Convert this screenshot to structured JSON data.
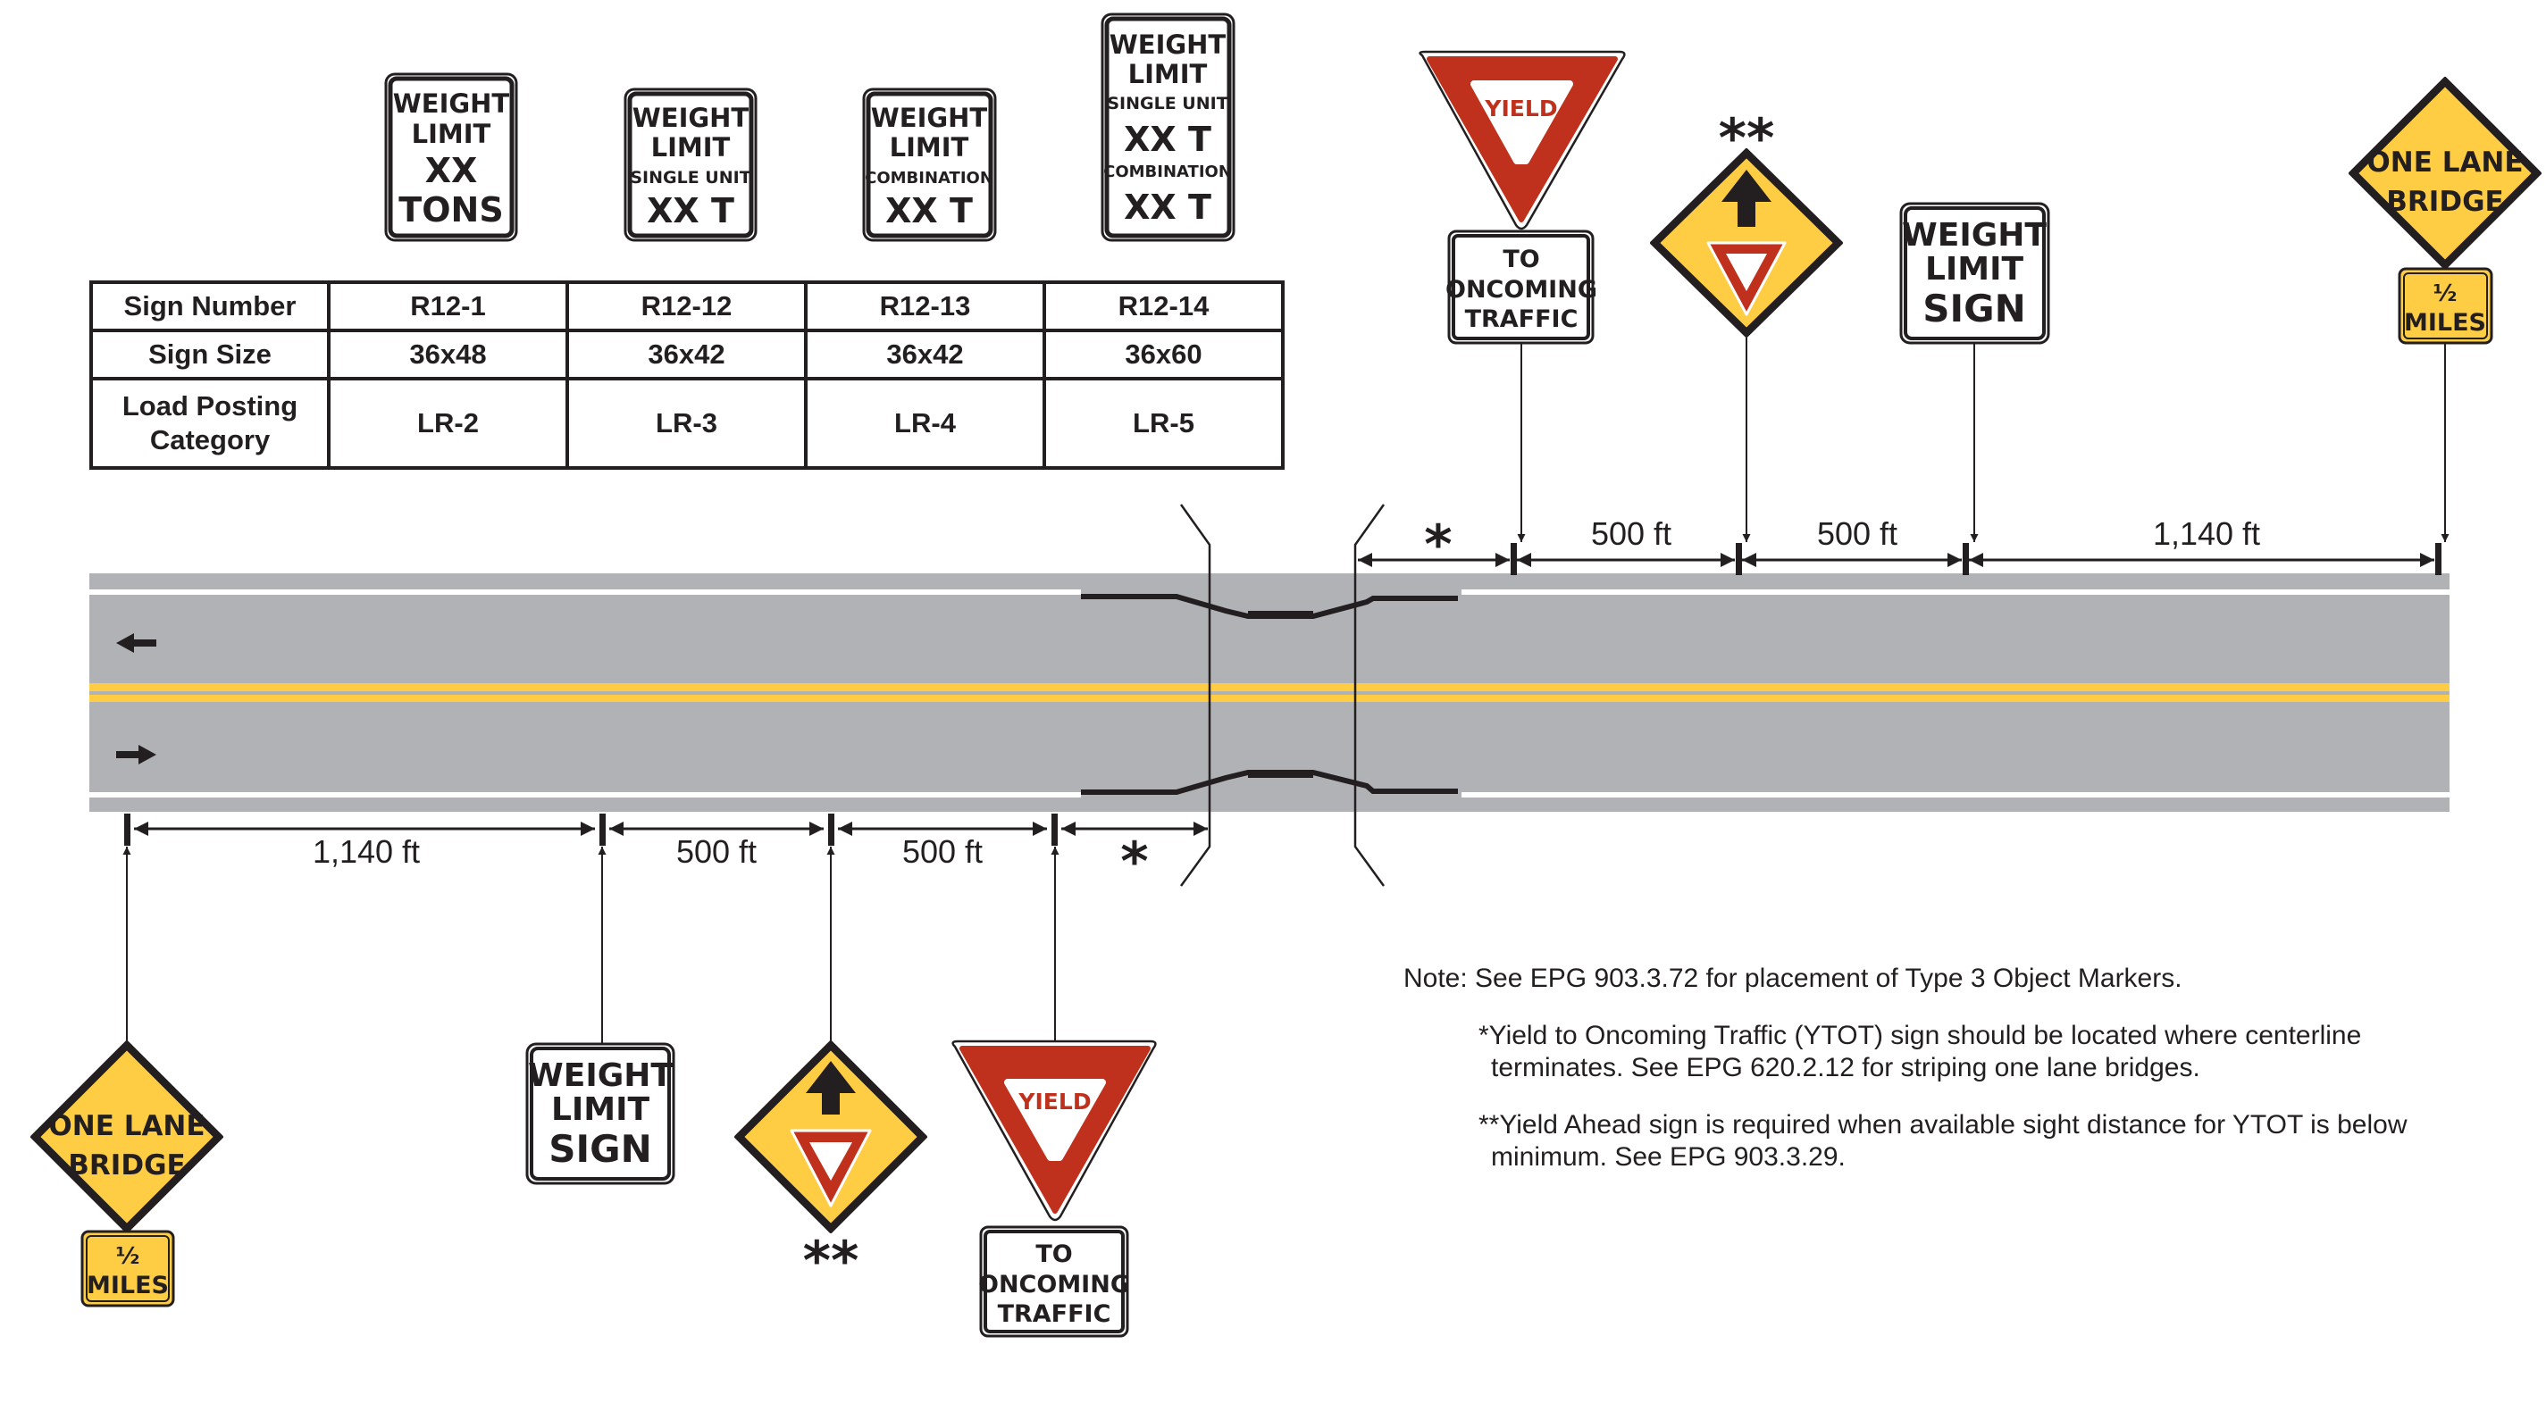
{
  "colors": {
    "road": "#b1b2b5",
    "edge_line": "#ffffff",
    "centerline": "#ffcd44",
    "warning_yellow": "#ffcd44",
    "yield_red": "#bf311d",
    "ink": "#231f20"
  },
  "weight_limit_signs": [
    {
      "id": "R12-1",
      "lines": [
        "WEIGHT",
        "LIMIT",
        "XX",
        "TONS"
      ]
    },
    {
      "id": "R12-12",
      "lines": [
        "WEIGHT",
        "LIMIT",
        "SINGLE UNIT",
        "XX T"
      ]
    },
    {
      "id": "R12-13",
      "lines": [
        "WEIGHT",
        "LIMIT",
        "COMBINATION",
        "XX T"
      ]
    },
    {
      "id": "R12-14",
      "lines": [
        "WEIGHT",
        "LIMIT",
        "SINGLE UNIT",
        "XX T",
        "COMBINATION",
        "XX T"
      ]
    }
  ],
  "table": {
    "row_headers": [
      "Sign Number",
      "Sign Size",
      "Load Posting Category"
    ],
    "row_header_lines": {
      "load_posting": [
        "Load Posting",
        "Category"
      ]
    },
    "columns": [
      {
        "sign_number": "R12-1",
        "sign_size": "36x48",
        "category": "LR-2"
      },
      {
        "sign_number": "R12-12",
        "sign_size": "36x42",
        "category": "LR-3"
      },
      {
        "sign_number": "R12-13",
        "sign_size": "36x42",
        "category": "LR-4"
      },
      {
        "sign_number": "R12-14",
        "sign_size": "36x60",
        "category": "LR-5"
      }
    ]
  },
  "signs": {
    "one_lane_bridge": {
      "lines": [
        "ONE LANE",
        "BRIDGE"
      ]
    },
    "distance_plaque": {
      "fraction": "½",
      "unit": "MILES"
    },
    "weight_limit_sign": {
      "lines": [
        "WEIGHT",
        "LIMIT",
        "SIGN"
      ]
    },
    "yield": {
      "label": "YIELD"
    },
    "ytot_plaque": {
      "lines": [
        "TO",
        "ONCOMING",
        "TRAFFIC"
      ]
    },
    "yield_ahead_marker": "**",
    "ytot_marker": "*"
  },
  "dimensions": {
    "upper": [
      "*",
      "500 ft",
      "500 ft",
      "1,140 ft"
    ],
    "lower": [
      "1,140 ft",
      "500 ft",
      "500 ft",
      "*"
    ]
  },
  "notes": {
    "main": "Note:  See EPG 903.3.72 for placement of Type 3 Object Markers.",
    "star": "*Yield to Oncoming Traffic (YTOT) sign should be located where centerline terminates. See EPG 620.2.12 for striping one lane bridges.",
    "double_star": "**Yield Ahead sign is required when available sight distance for YTOT is below minimum. See EPG 903.3.29."
  }
}
